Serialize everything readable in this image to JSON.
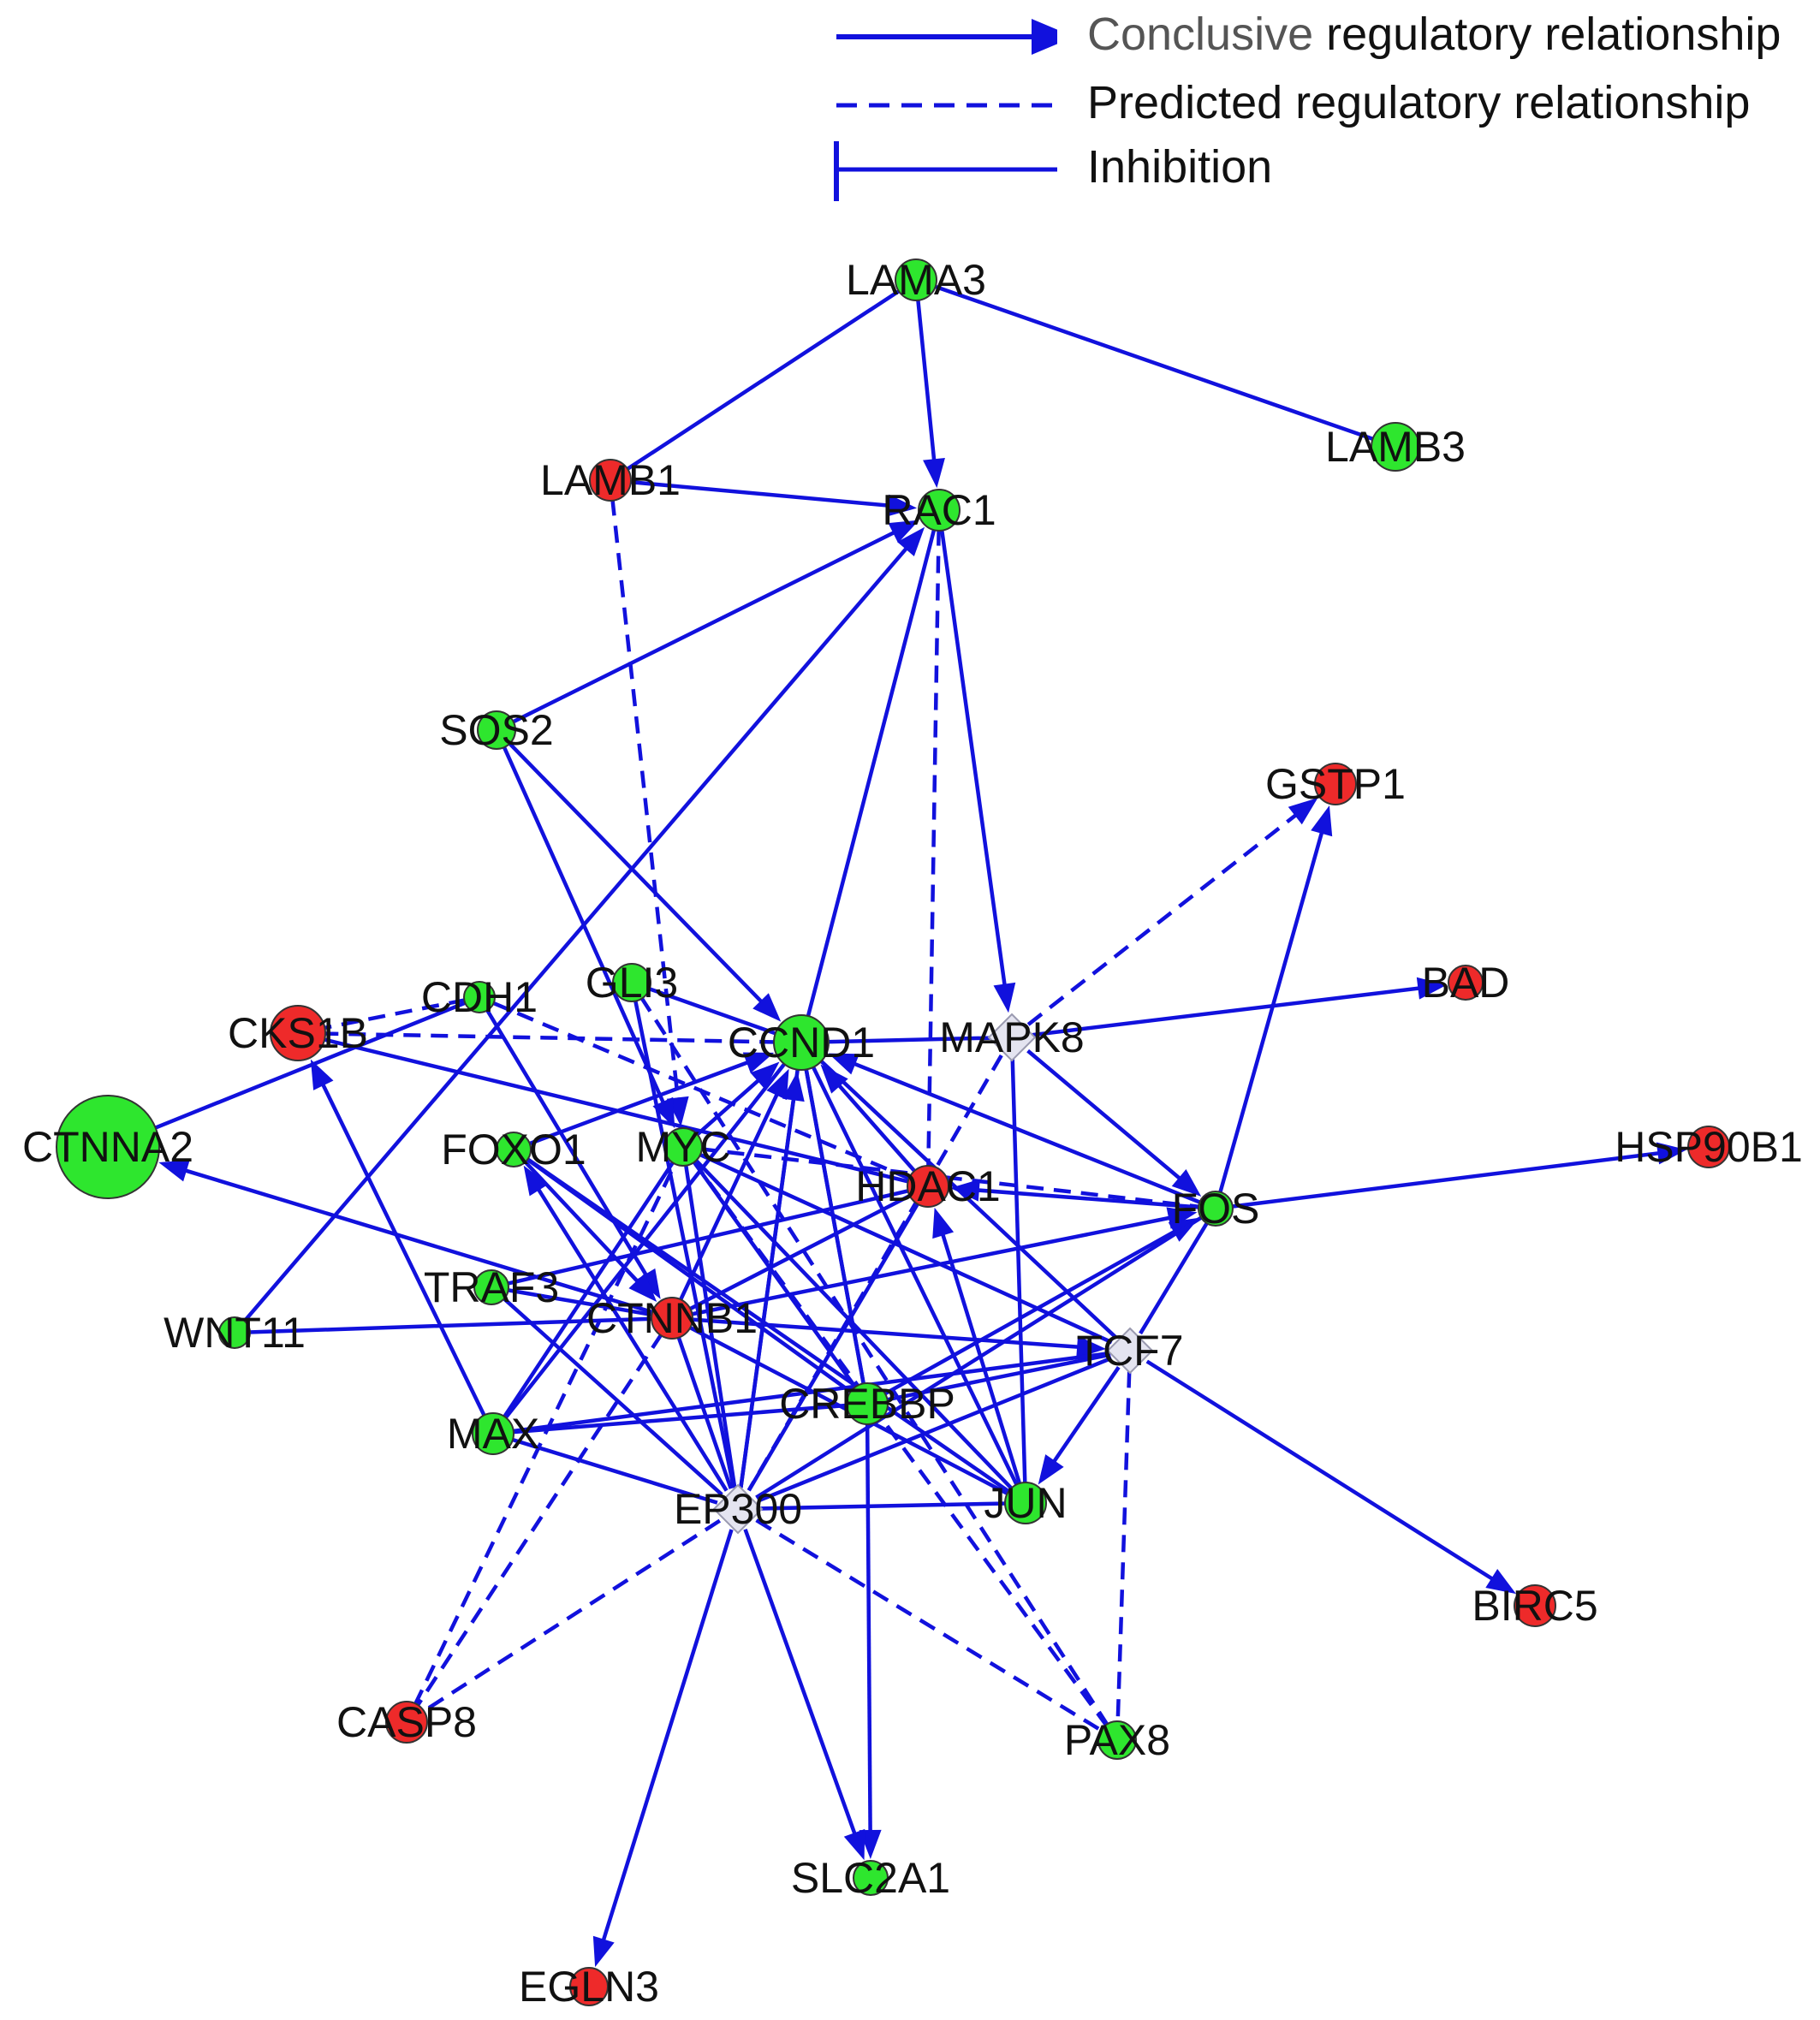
{
  "legend": {
    "items": [
      {
        "kind": "conclusive",
        "lead": "Conclusive",
        "rest": " regulatory relationship"
      },
      {
        "kind": "predicted",
        "lead": "",
        "rest": "Predicted regulatory relationship"
      },
      {
        "kind": "inhibition",
        "lead": "",
        "rest": "Inhibition"
      }
    ]
  },
  "colors": {
    "edge": "#1111dd",
    "up": "#ee2a2a",
    "down": "#2ee62e",
    "neutral": "#e4e4f0",
    "outline": "#333333"
  },
  "nodes": [
    {
      "id": "LAMA3",
      "label": "LAMA3",
      "status": "down",
      "shape": "circle"
    },
    {
      "id": "LAMB3",
      "label": "LAMB3",
      "status": "down",
      "shape": "circle"
    },
    {
      "id": "LAMB1",
      "label": "LAMB1",
      "status": "up",
      "shape": "circle"
    },
    {
      "id": "RAC1",
      "label": "RAC1",
      "status": "down",
      "shape": "circle"
    },
    {
      "id": "SOS2",
      "label": "SOS2",
      "status": "down",
      "shape": "circle"
    },
    {
      "id": "GSTP1",
      "label": "GSTP1",
      "status": "up",
      "shape": "circle"
    },
    {
      "id": "BAD",
      "label": "BAD",
      "status": "up",
      "shape": "circle"
    },
    {
      "id": "HSP90B1",
      "label": "HSP90B1",
      "status": "up",
      "shape": "circle"
    },
    {
      "id": "CDH1",
      "label": "CDH1",
      "status": "down",
      "shape": "circle"
    },
    {
      "id": "GLI3",
      "label": "GLI3",
      "status": "down",
      "shape": "circle"
    },
    {
      "id": "CKS1B",
      "label": "CKS1B",
      "status": "up",
      "shape": "circle"
    },
    {
      "id": "CCND1",
      "label": "CCND1",
      "status": "down",
      "shape": "circle"
    },
    {
      "id": "MAPK8",
      "label": "MAPK8",
      "status": "neutral",
      "shape": "diamond"
    },
    {
      "id": "CTNNA2",
      "label": "CTNNA2",
      "status": "down",
      "shape": "circle"
    },
    {
      "id": "FOXO1",
      "label": "FOXO1",
      "status": "down",
      "shape": "circle"
    },
    {
      "id": "MYC",
      "label": "MYC",
      "status": "down",
      "shape": "circle"
    },
    {
      "id": "HDAC1",
      "label": "HDAC1",
      "status": "up",
      "shape": "circle"
    },
    {
      "id": "FOS",
      "label": "FOS",
      "status": "down",
      "shape": "circle"
    },
    {
      "id": "TRAF3",
      "label": "TRAF3",
      "status": "down",
      "shape": "circle"
    },
    {
      "id": "WNT11",
      "label": "WNT11",
      "status": "down",
      "shape": "circle"
    },
    {
      "id": "CTNNB1",
      "label": "CTNNB1",
      "status": "up",
      "shape": "circle"
    },
    {
      "id": "TCF7",
      "label": "TCF7",
      "status": "neutral",
      "shape": "diamond"
    },
    {
      "id": "CREBBP",
      "label": "CREBBP",
      "status": "down",
      "shape": "circle"
    },
    {
      "id": "MAX",
      "label": "MAX",
      "status": "down",
      "shape": "circle"
    },
    {
      "id": "EP300",
      "label": "EP300",
      "status": "neutral",
      "shape": "diamond"
    },
    {
      "id": "JUN",
      "label": "JUN",
      "status": "down",
      "shape": "circle"
    },
    {
      "id": "BIRC5",
      "label": "BIRC5",
      "status": "up",
      "shape": "circle"
    },
    {
      "id": "CASP8",
      "label": "CASP8",
      "status": "up",
      "shape": "circle"
    },
    {
      "id": "PAX8",
      "label": "PAX8",
      "status": "down",
      "shape": "circle"
    },
    {
      "id": "SLC2A1",
      "label": "SLC2A1",
      "status": "down",
      "shape": "circle"
    },
    {
      "id": "EGLN3",
      "label": "EGLN3",
      "status": "up",
      "shape": "circle"
    }
  ],
  "edges": [
    {
      "from": "LAMA3",
      "to": "LAMB1",
      "type": "line"
    },
    {
      "from": "LAMA3",
      "to": "RAC1",
      "type": "arrow"
    },
    {
      "from": "LAMA3",
      "to": "LAMB3",
      "type": "line"
    },
    {
      "from": "LAMB1",
      "to": "RAC1",
      "type": "arrow"
    },
    {
      "from": "LAMB1",
      "to": "MYC",
      "type": "dashed-arrow"
    },
    {
      "from": "RAC1",
      "to": "MAPK8",
      "type": "arrow"
    },
    {
      "from": "RAC1",
      "to": "HDAC1",
      "type": "dashed"
    },
    {
      "from": "RAC1",
      "to": "CCND1",
      "type": "line"
    },
    {
      "from": "RAC1",
      "to": "WNT11",
      "type": "arrow-rev"
    },
    {
      "from": "SOS2",
      "to": "RAC1",
      "type": "arrow"
    },
    {
      "from": "SOS2",
      "to": "CCND1",
      "type": "arrow"
    },
    {
      "from": "SOS2",
      "to": "MYC",
      "type": "arrow"
    },
    {
      "from": "MAPK8",
      "to": "GSTP1",
      "type": "dashed-arrow"
    },
    {
      "from": "MAPK8",
      "to": "BAD",
      "type": "arrow"
    },
    {
      "from": "MAPK8",
      "to": "FOS",
      "type": "arrow"
    },
    {
      "from": "MAPK8",
      "to": "JUN",
      "type": "line"
    },
    {
      "from": "MAPK8",
      "to": "CCND1",
      "type": "line"
    },
    {
      "from": "MAPK8",
      "to": "EP300",
      "type": "dashed"
    },
    {
      "from": "FOS",
      "to": "GSTP1",
      "type": "arrow"
    },
    {
      "from": "FOS",
      "to": "HSP90B1",
      "type": "arrow"
    },
    {
      "from": "FOS",
      "to": "HDAC1",
      "type": "arrow"
    },
    {
      "from": "FOS",
      "to": "CCND1",
      "type": "arrow"
    },
    {
      "from": "CDH1",
      "to": "CTNNA2",
      "type": "line"
    },
    {
      "from": "CDH1",
      "to": "CKS1B",
      "type": "dashed"
    },
    {
      "from": "CDH1",
      "to": "HDAC1",
      "type": "dashed"
    },
    {
      "from": "GLI3",
      "to": "CCND1",
      "type": "line"
    },
    {
      "from": "CCND1",
      "to": "CKS1B",
      "type": "dashed"
    },
    {
      "from": "CTNNA2",
      "to": "CTNNB1",
      "type": "arrow-rev"
    },
    {
      "from": "CCND1",
      "to": "EP300",
      "type": "line"
    },
    {
      "from": "CCND1",
      "to": "CREBBP",
      "type": "line"
    },
    {
      "from": "CKS1B",
      "to": "HDAC1",
      "type": "line"
    },
    {
      "from": "CKS1B",
      "to": "MAX",
      "type": "arrow-rev"
    },
    {
      "from": "CTNNB1",
      "to": "CCND1",
      "type": "arrow"
    },
    {
      "from": "CTNNB1",
      "to": "FOS",
      "type": "arrow"
    },
    {
      "from": "CTNNB1",
      "to": "TCF7",
      "type": "arrow"
    },
    {
      "from": "CTNNB1",
      "to": "CDH1",
      "type": "arrow-rev"
    },
    {
      "from": "CTNNB1",
      "to": "FOXO1",
      "type": "arrow-rev"
    },
    {
      "from": "CTNNB1",
      "to": "WNT11",
      "type": "line"
    },
    {
      "from": "CTNNB1",
      "to": "TRAF3",
      "type": "line"
    },
    {
      "from": "CTNNB1",
      "to": "JUN",
      "type": "line"
    },
    {
      "from": "CTNNB1",
      "to": "HDAC1",
      "type": "line"
    },
    {
      "from": "CTNNB1",
      "to": "CASP8",
      "type": "dashed"
    },
    {
      "from": "CREBBP",
      "to": "FOS",
      "type": "arrow"
    },
    {
      "from": "CREBBP",
      "to": "MYC",
      "type": "line"
    },
    {
      "from": "CREBBP",
      "to": "CCND1",
      "type": "line"
    },
    {
      "from": "CREBBP",
      "to": "SLC2A1",
      "type": "arrow"
    },
    {
      "from": "CREBBP",
      "to": "FOXO1",
      "type": "line"
    },
    {
      "from": "CREBBP",
      "to": "TCF7",
      "type": "line"
    },
    {
      "from": "MAX",
      "to": "CREBBP",
      "type": "line"
    },
    {
      "from": "MAX",
      "to": "TCF7",
      "type": "line"
    },
    {
      "from": "MAX",
      "to": "MYC",
      "type": "line"
    },
    {
      "from": "MAX",
      "to": "EP300",
      "type": "line"
    },
    {
      "from": "EP300",
      "to": "CCND1",
      "type": "arrow"
    },
    {
      "from": "EP300",
      "to": "HDAC1",
      "type": "line"
    },
    {
      "from": "EP300",
      "to": "FOS",
      "type": "line"
    },
    {
      "from": "EP300",
      "to": "TCF7",
      "type": "line"
    },
    {
      "from": "EP300",
      "to": "MYC",
      "type": "line"
    },
    {
      "from": "EP300",
      "to": "FOXO1",
      "type": "arrow"
    },
    {
      "from": "EP300",
      "to": "GLI3",
      "type": "line"
    },
    {
      "from": "EP300",
      "to": "CTNNB1",
      "type": "line"
    },
    {
      "from": "EP300",
      "to": "JUN",
      "type": "line"
    },
    {
      "from": "EP300",
      "to": "EGLN3",
      "type": "arrow"
    },
    {
      "from": "EP300",
      "to": "SLC2A1",
      "type": "arrow"
    },
    {
      "from": "EP300",
      "to": "CASP8",
      "type": "dashed"
    },
    {
      "from": "EP300",
      "to": "PAX8",
      "type": "dashed"
    },
    {
      "from": "EP300",
      "to": "TRAF3",
      "type": "line"
    },
    {
      "from": "JUN",
      "to": "HDAC1",
      "type": "arrow"
    },
    {
      "from": "JUN",
      "to": "CCND1",
      "type": "line"
    },
    {
      "from": "JUN",
      "to": "FOXO1",
      "type": "line"
    },
    {
      "from": "JUN",
      "to": "MYC",
      "type": "line"
    },
    {
      "from": "TCF7",
      "to": "JUN",
      "type": "arrow"
    },
    {
      "from": "TCF7",
      "to": "BIRC5",
      "type": "arrow"
    },
    {
      "from": "TCF7",
      "to": "PAX8",
      "type": "dashed"
    },
    {
      "from": "TCF7",
      "to": "FOS",
      "type": "line"
    },
    {
      "from": "TCF7",
      "to": "CCND1",
      "type": "line"
    },
    {
      "from": "TCF7",
      "to": "MYC",
      "type": "line"
    },
    {
      "from": "TRAF3",
      "to": "HDAC1",
      "type": "line"
    },
    {
      "from": "MYC",
      "to": "PAX8",
      "type": "dashed"
    },
    {
      "from": "MYC",
      "to": "FOS",
      "type": "dashed"
    },
    {
      "from": "GLI3",
      "to": "PAX8",
      "type": "dashed"
    },
    {
      "from": "MYC",
      "to": "CCND1",
      "type": "arrow"
    },
    {
      "from": "HDAC1",
      "to": "CCND1",
      "type": "arrow"
    },
    {
      "from": "FOXO1",
      "to": "CCND1",
      "type": "arrow"
    },
    {
      "from": "CASP8",
      "to": "MYC",
      "type": "dashed"
    },
    {
      "from": "MAX",
      "to": "CCND1",
      "type": "line"
    }
  ]
}
